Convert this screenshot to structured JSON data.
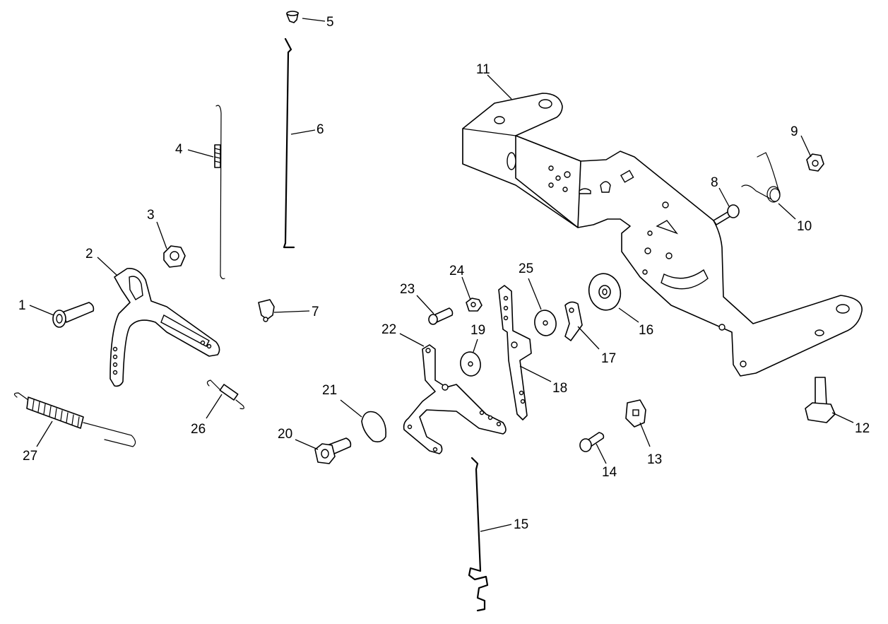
{
  "callouts": [
    {
      "id": "1",
      "label": "1"
    },
    {
      "id": "2",
      "label": "2"
    },
    {
      "id": "3",
      "label": "3"
    },
    {
      "id": "4",
      "label": "4"
    },
    {
      "id": "5",
      "label": "5"
    },
    {
      "id": "6",
      "label": "6"
    },
    {
      "id": "7",
      "label": "7"
    },
    {
      "id": "8",
      "label": "8"
    },
    {
      "id": "9",
      "label": "9"
    },
    {
      "id": "10",
      "label": "10"
    },
    {
      "id": "11",
      "label": "11"
    },
    {
      "id": "12",
      "label": "12"
    },
    {
      "id": "13",
      "label": "13"
    },
    {
      "id": "14",
      "label": "14"
    },
    {
      "id": "15",
      "label": "15"
    },
    {
      "id": "16",
      "label": "16"
    },
    {
      "id": "17",
      "label": "17"
    },
    {
      "id": "18",
      "label": "18"
    },
    {
      "id": "19",
      "label": "19"
    },
    {
      "id": "20",
      "label": "20"
    },
    {
      "id": "21",
      "label": "21"
    },
    {
      "id": "22",
      "label": "22"
    },
    {
      "id": "23",
      "label": "23"
    },
    {
      "id": "24",
      "label": "24"
    },
    {
      "id": "25",
      "label": "25"
    },
    {
      "id": "26",
      "label": "26"
    },
    {
      "id": "27",
      "label": "27"
    }
  ]
}
